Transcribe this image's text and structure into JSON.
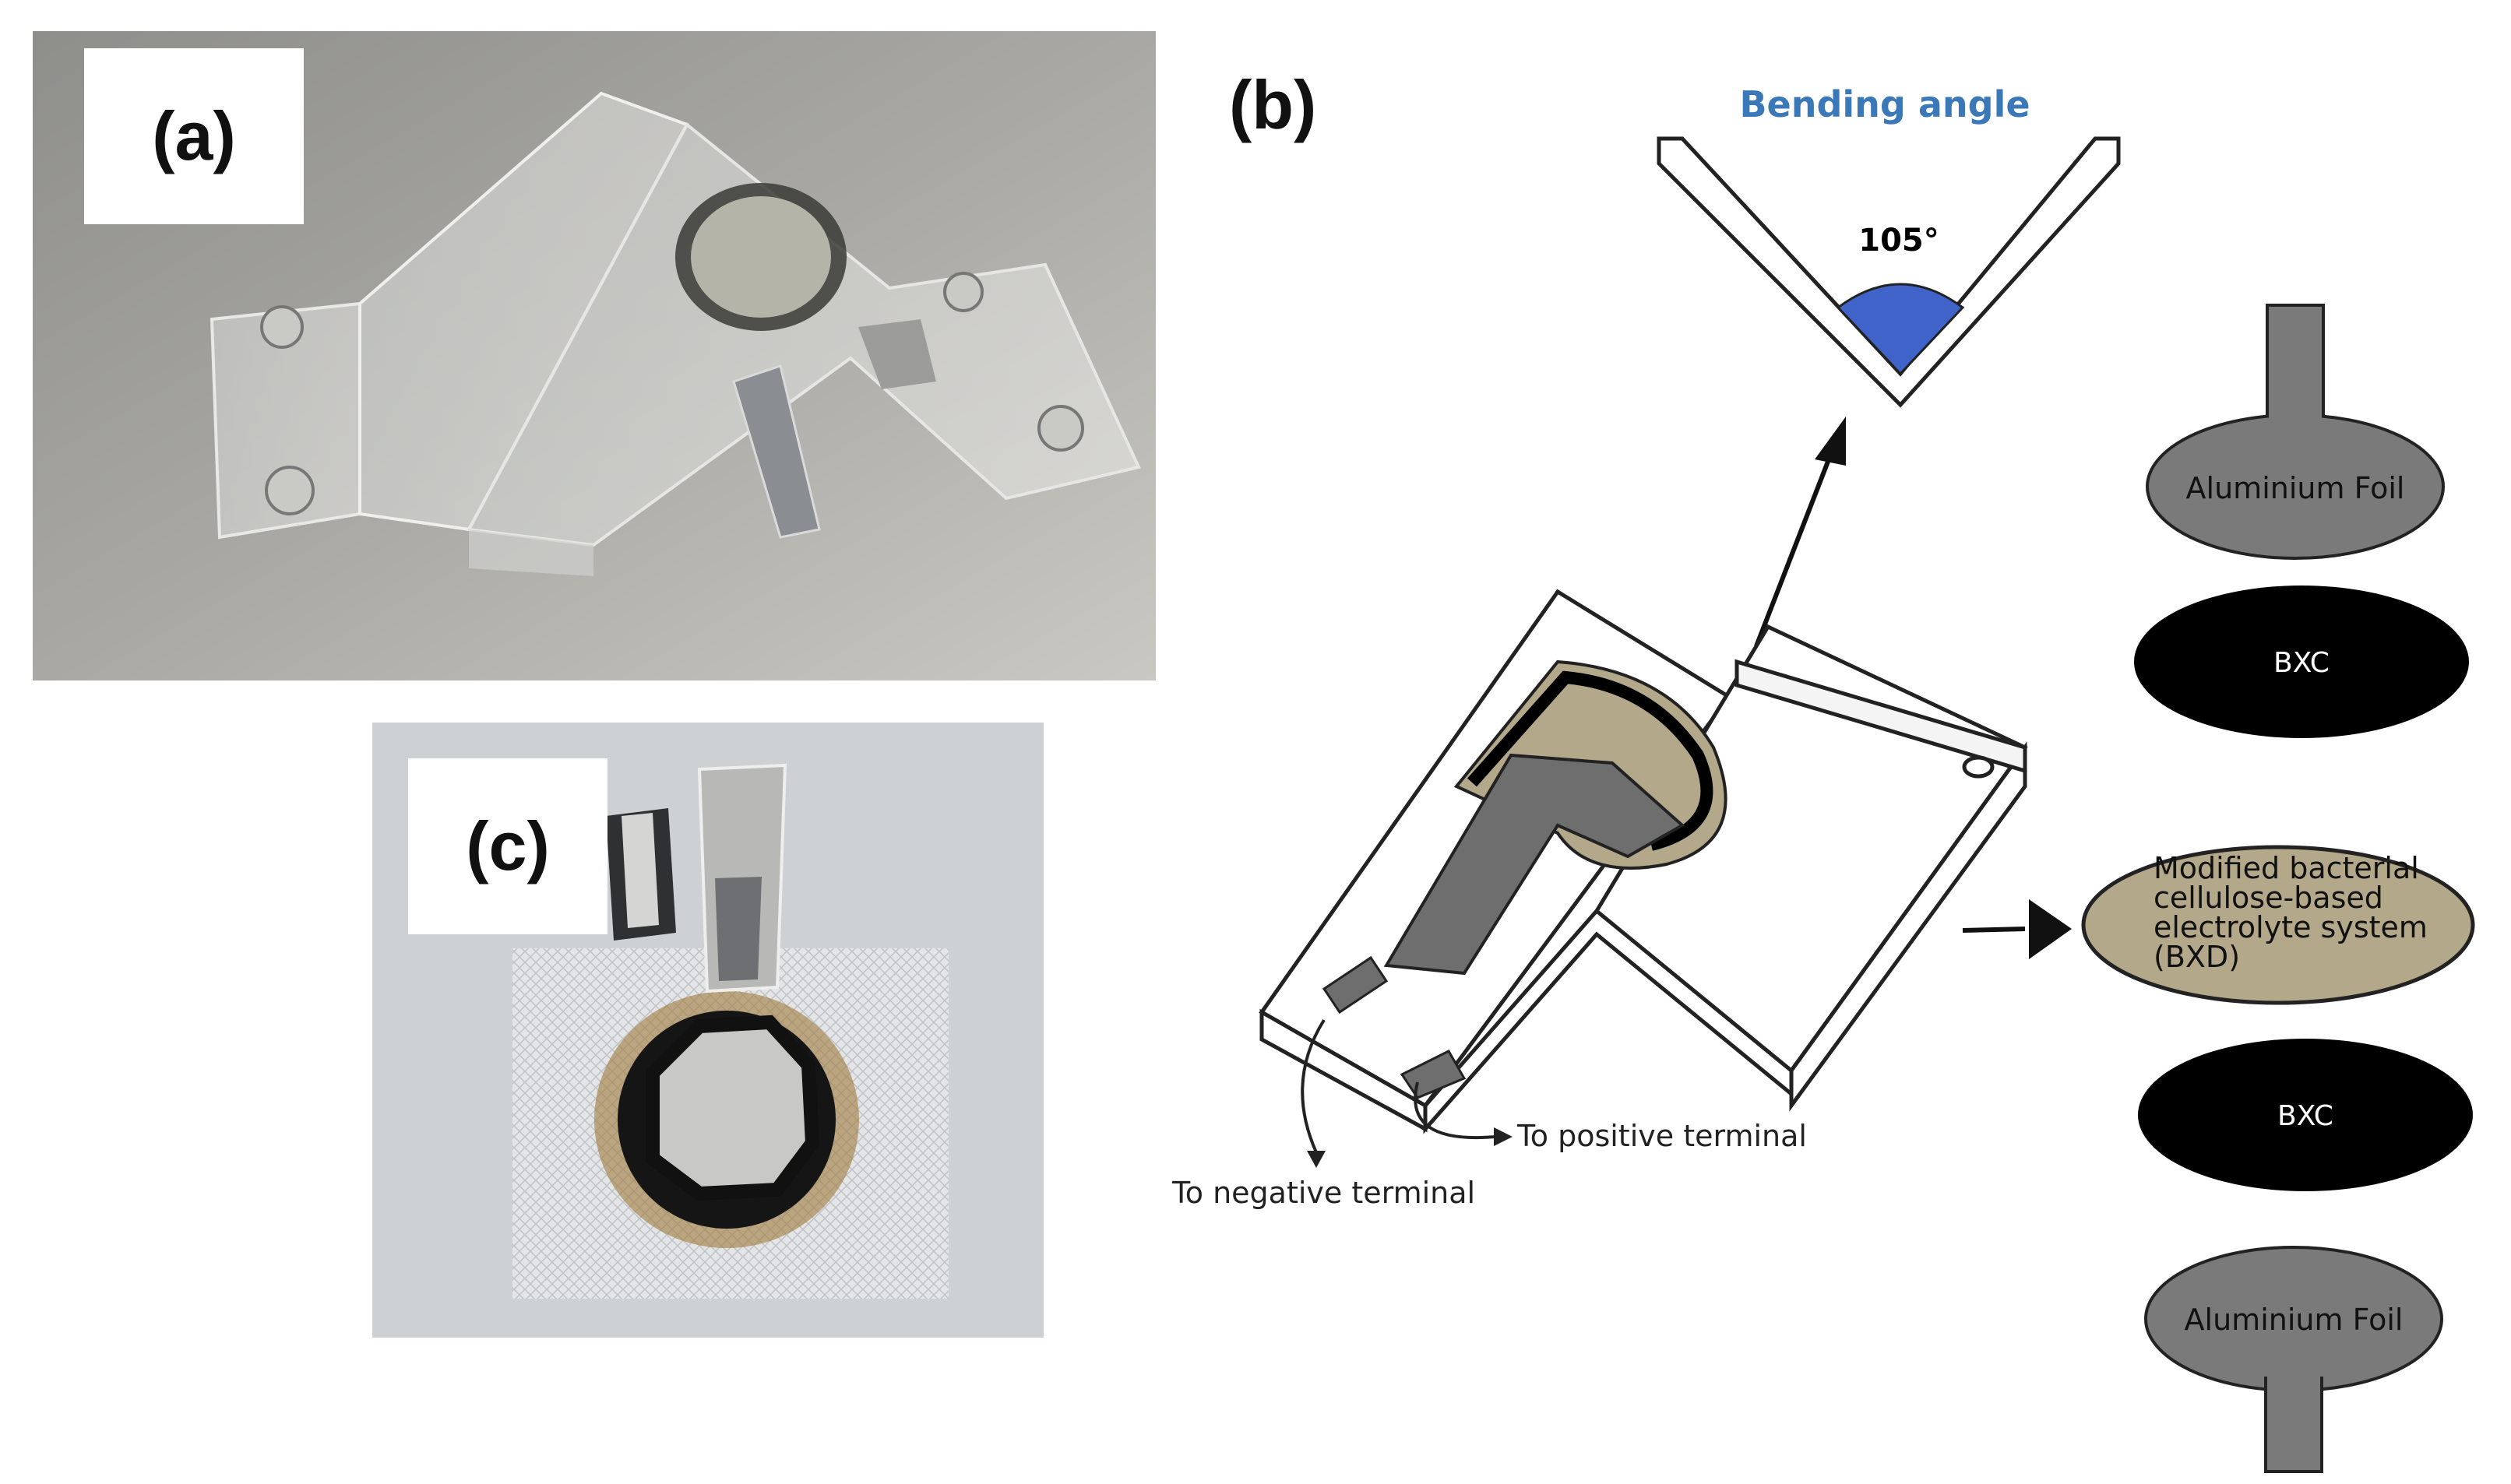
{
  "panels": {
    "a": {
      "label": "(a)"
    },
    "b": {
      "label": "(b)"
    },
    "c": {
      "label": "(c)"
    }
  },
  "bending": {
    "title": "Bending angle",
    "angle": "105°",
    "title_color": "#3b78b8",
    "arc_color": "#3f63c9"
  },
  "terminals": {
    "negative": "To negative terminal",
    "positive": "To positive terminal"
  },
  "layers": [
    {
      "label": "Aluminium Foil",
      "color": "#7a7a7a"
    },
    {
      "label": "BXC",
      "color": "#000000"
    },
    {
      "label_lines": [
        "Modified bacterial",
        "cellulose-based",
        "electrolyte system",
        "(BXD)"
      ],
      "color": "#b3a88a"
    },
    {
      "label": "BXC",
      "color": "#000000"
    },
    {
      "label": "Aluminium Foil",
      "color": "#7a7a7a"
    }
  ]
}
